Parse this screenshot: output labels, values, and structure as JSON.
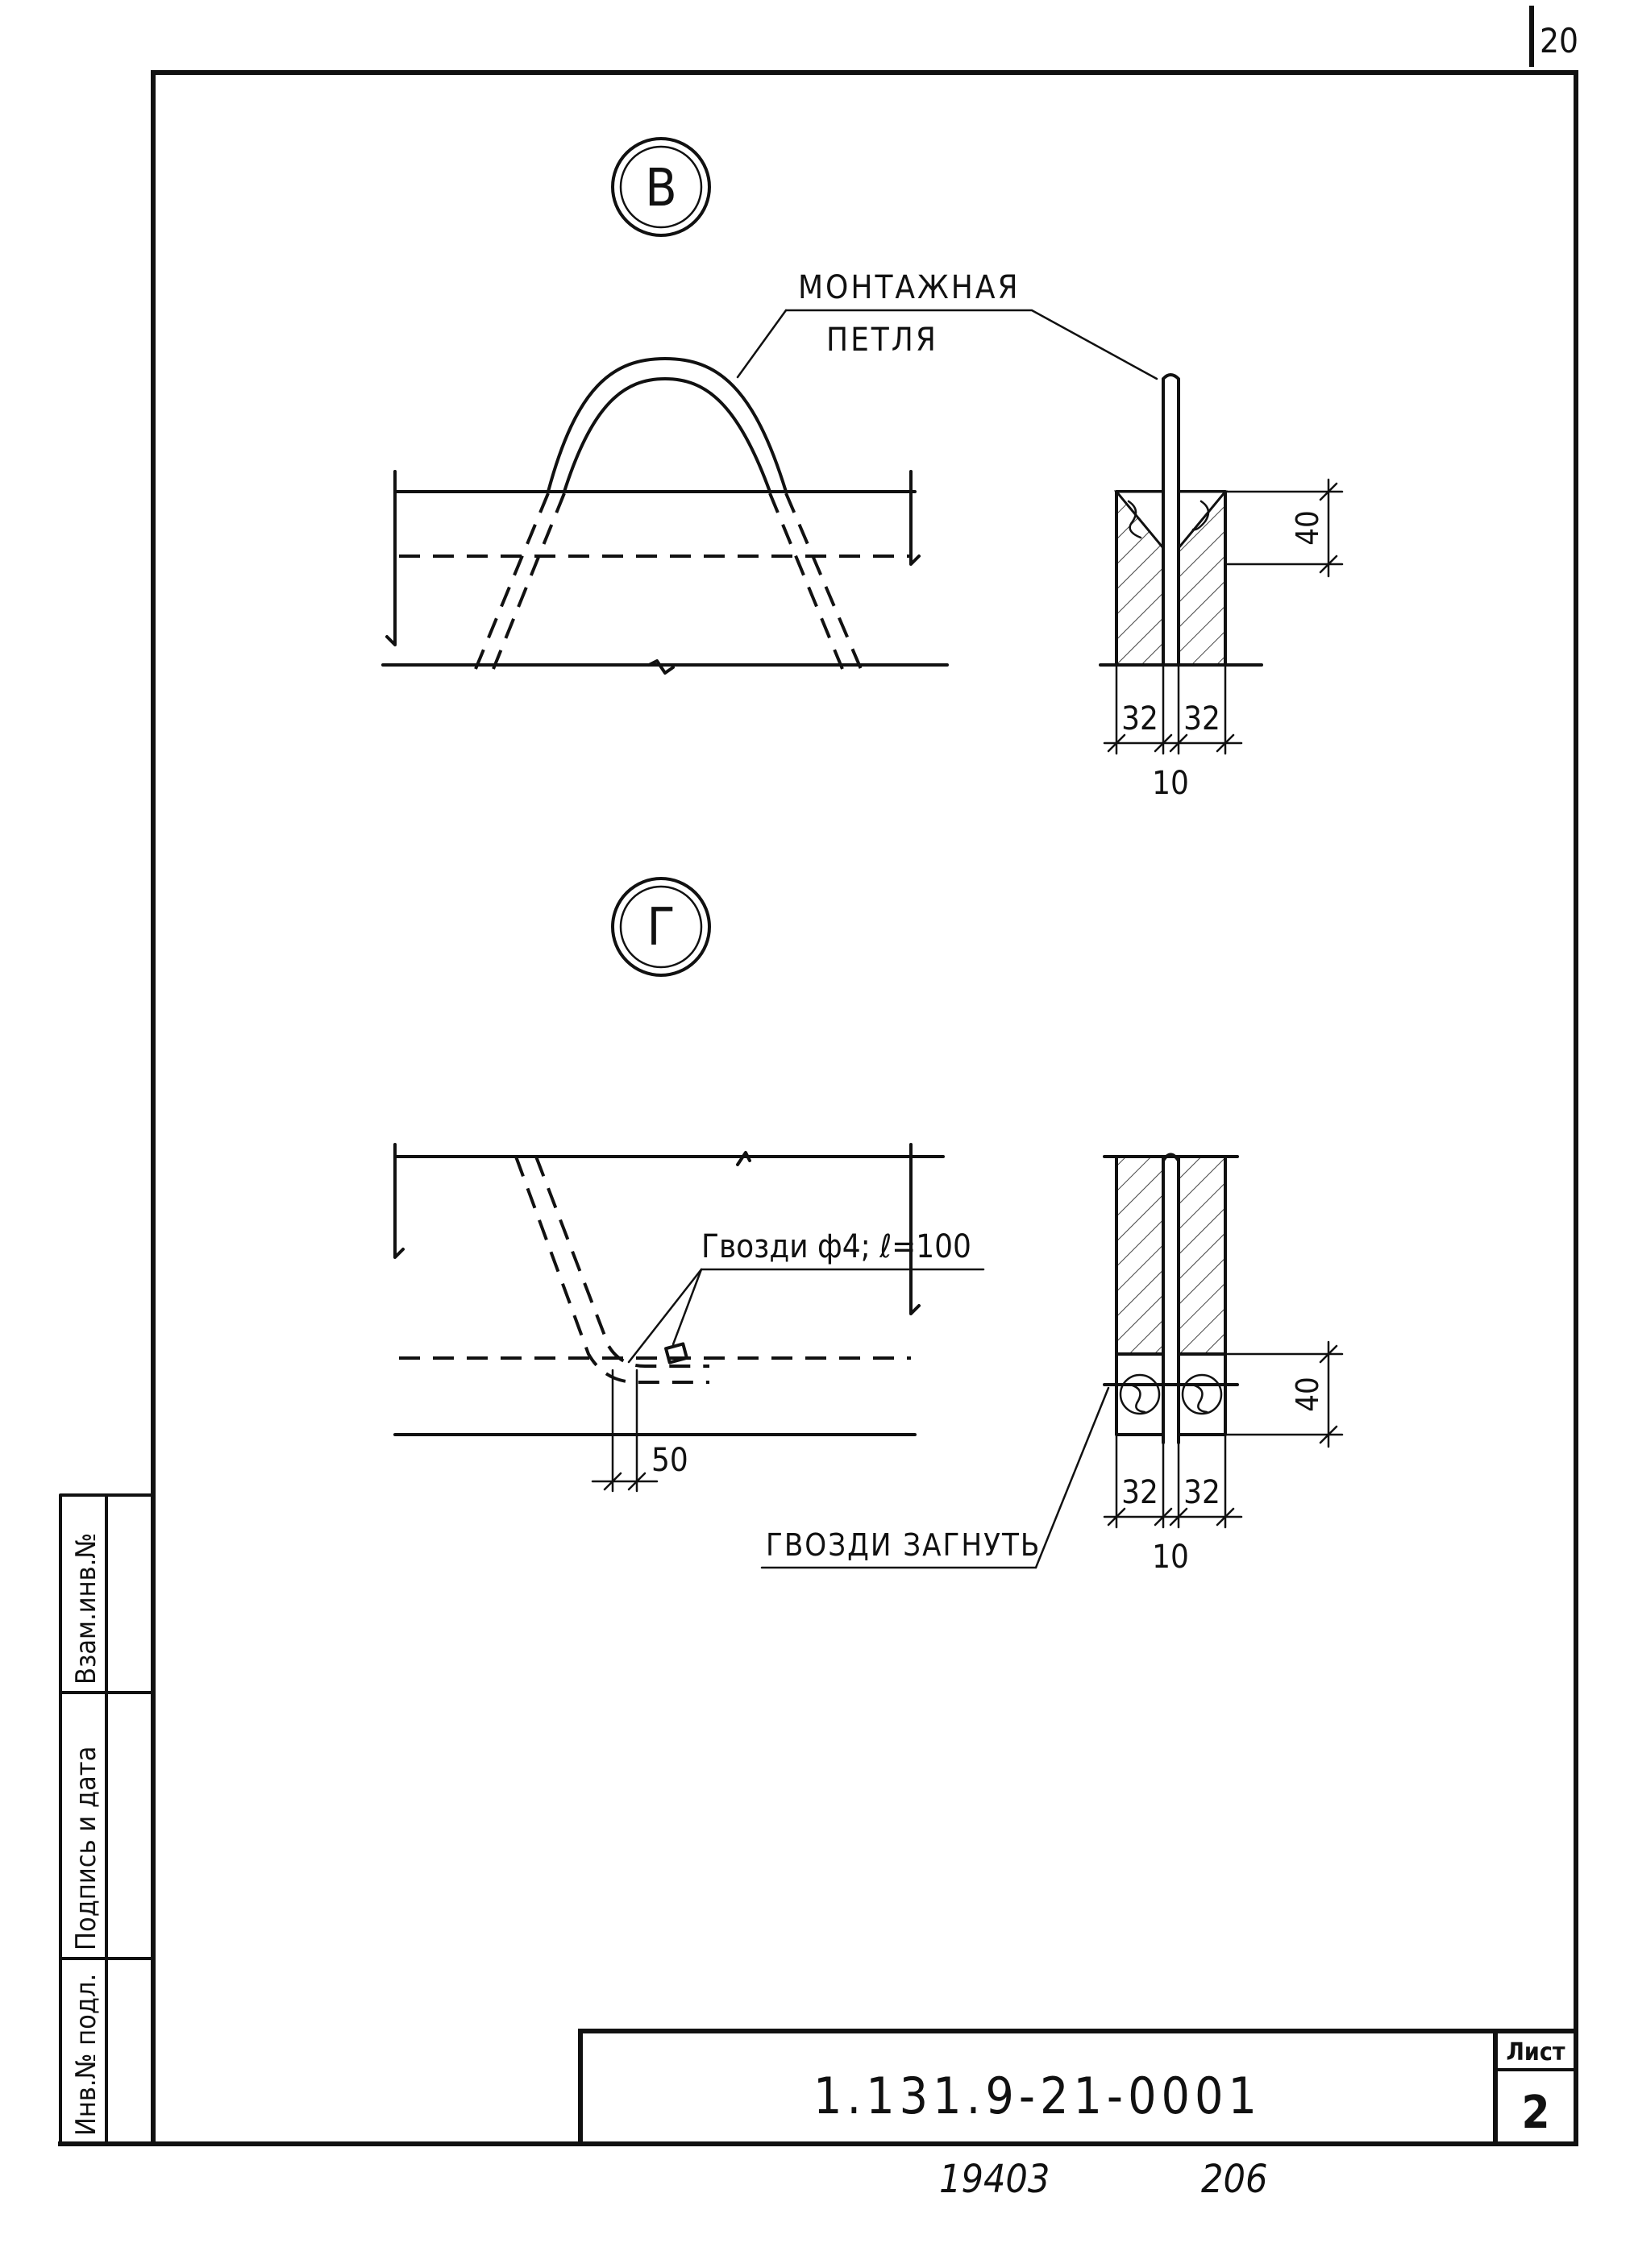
{
  "sheet": {
    "corner_number": "20",
    "document_code": "1.131.9-21-0001",
    "sheet_label": "Лист",
    "sheet_number": "2",
    "archive_number": "19403",
    "archive_page": "206"
  },
  "side_stamp": {
    "inv_podl": "Инв.№ подл.",
    "podpis_data": "Подпись и дата",
    "vzam_inv": "Взам.инв.№"
  },
  "node_v": {
    "marker": "В",
    "callout_line1": "МОНТАЖНАЯ",
    "callout_line2": "ПЕТЛЯ",
    "dim_height": "40",
    "dim_left": "32",
    "dim_right": "32",
    "dim_gap": "10"
  },
  "node_g": {
    "marker": "Г",
    "callout_nails": "Гвозди ф4; ℓ=100",
    "callout_bend": "ГВОЗДИ ЗАГНУТЬ",
    "dim_loop": "50",
    "dim_height": "40",
    "dim_left": "32",
    "dim_right": "32",
    "dim_gap": "10"
  }
}
